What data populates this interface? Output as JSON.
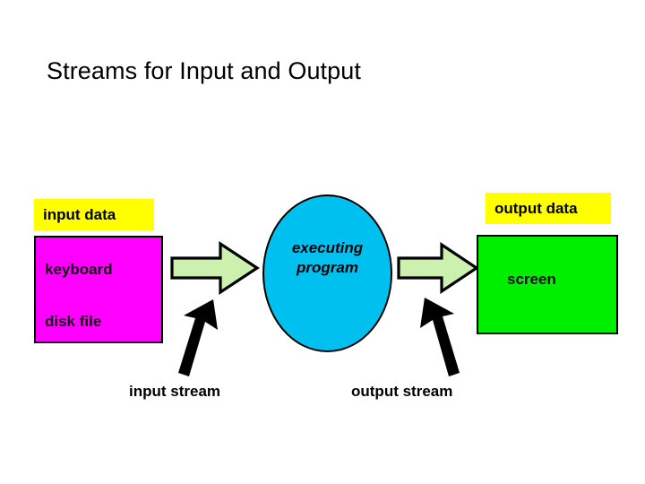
{
  "slide": {
    "title": "Streams for Input and Output",
    "background_color": "#ffffff"
  },
  "input_side": {
    "callout_label": "input data",
    "callout_color": "#ffff00",
    "box_color": "#ff00ff",
    "sources": [
      "keyboard",
      "disk file"
    ],
    "stream_caption": "input stream",
    "flow_arrow": "block-arrow-right"
  },
  "process": {
    "label_line1": "executing",
    "label_line2": "program",
    "shape": "ellipse",
    "shape_color": "#00c0f0"
  },
  "output_side": {
    "callout_label": "output data",
    "callout_color": "#ffff00",
    "box_color": "#00ee00",
    "destinations": [
      "screen"
    ],
    "stream_caption": "output stream",
    "flow_arrow": "block-arrow-right"
  },
  "palette": {
    "yellow": "#ffff00",
    "magenta": "#ff00ff",
    "green": "#00ee00",
    "cyan": "#00c0f0",
    "light_green_arrow": "#ccf0ae",
    "outline": "#000000"
  }
}
